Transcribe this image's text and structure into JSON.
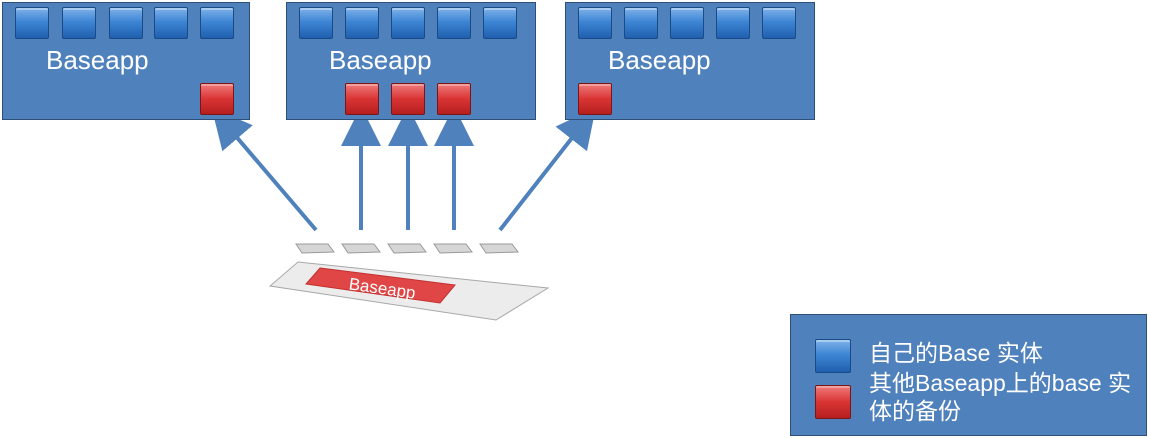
{
  "diagram": {
    "baseapps": [
      {
        "label": "Baseapp"
      },
      {
        "label": "Baseapp"
      },
      {
        "label": "Baseapp"
      }
    ],
    "center_baseapp": {
      "label": "Baseapp"
    },
    "legend": {
      "items": [
        {
          "label": "自己的Base 实体",
          "color": "blue"
        },
        {
          "label": "其他Baseapp上的base 实体的备份",
          "line1": "其他Baseapp上的base 实",
          "line2": "体的备份",
          "color": "red"
        }
      ]
    },
    "colors": {
      "box": "#4f81bd",
      "arrow": "#4f81bd",
      "blue_entity": "#3e86d4",
      "red_entity": "#d93434",
      "center_label_bg": "#e04646"
    }
  }
}
